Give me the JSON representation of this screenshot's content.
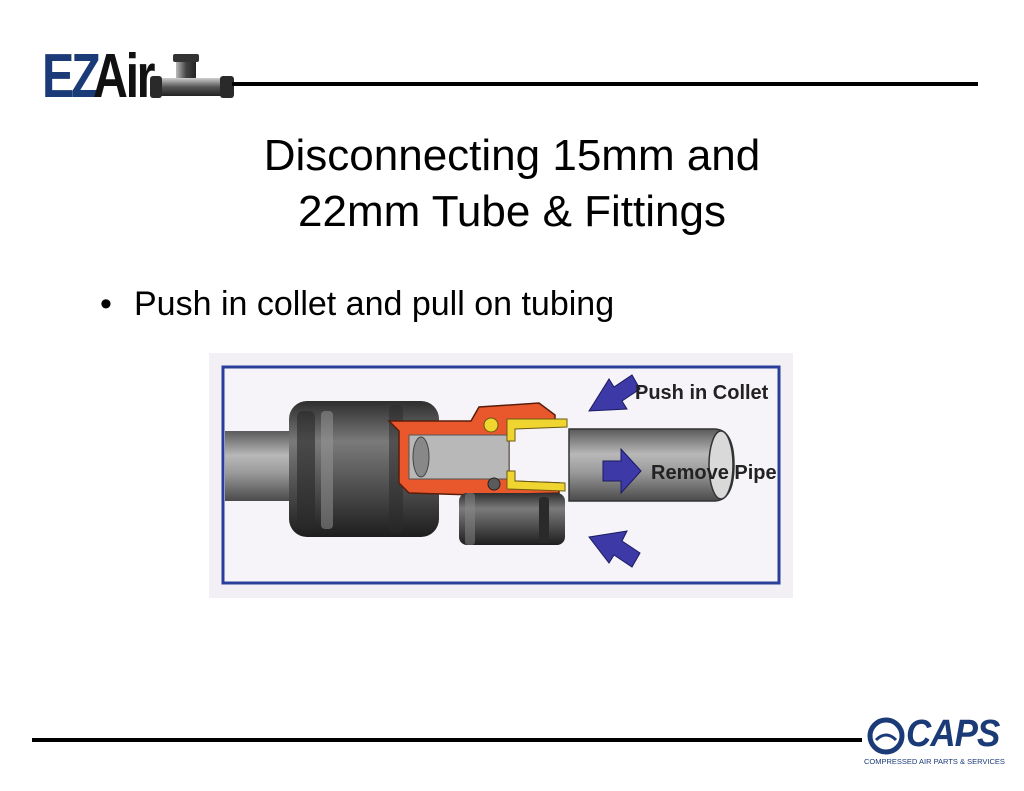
{
  "logo": {
    "ez": "EZ",
    "air": "Air",
    "icon": "tee-fitting-icon"
  },
  "title": {
    "line1": "Disconnecting 15mm and",
    "line2": "22mm Tube & Fittings"
  },
  "bullets": [
    {
      "marker": "•",
      "text": "Push in collet and pull on tubing"
    }
  ],
  "diagram": {
    "label_push": "Push in Collet",
    "label_remove": "Remove Pipe",
    "colors": {
      "frame": "#2a3f9a",
      "arrow": "#3d3aa8",
      "body": "#e8582c",
      "collet": "#f0d531",
      "tube": "#8a8a8a"
    }
  },
  "footer_logo": {
    "name": "CAPS",
    "tagline": "COMPRESSED AIR PARTS & SERVICES",
    "icon": "caps-swirl-icon"
  },
  "colors": {
    "brand_blue": "#1b3a78",
    "rule": "#000000"
  }
}
